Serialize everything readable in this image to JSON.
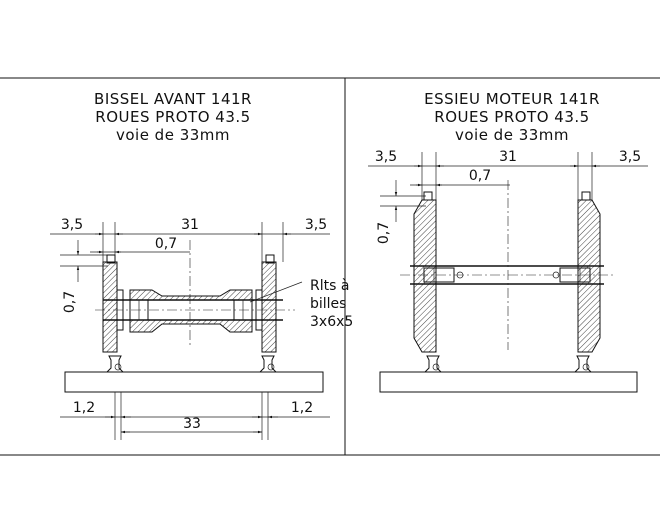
{
  "frame": {
    "border_color": "#111111",
    "hatch_color": "#111111"
  },
  "left": {
    "title_line1": "BISSEL AVANT 141R",
    "title_line2": "ROUES PROTO 43.5",
    "title_line3": "voie de 33mm",
    "dims": {
      "flange_left": "3,5",
      "track_width": "31",
      "flange_right": "3,5",
      "offset": "0,7",
      "vertical": "0,7",
      "rail_left": "1,2",
      "rail_right": "1,2",
      "gauge": "33"
    },
    "bearing_label_line1": "Rlts à",
    "bearing_label_line2": "billes",
    "bearing_label_line3": "3x6x5"
  },
  "right": {
    "title_line1": "ESSIEU MOTEUR 141R",
    "title_line2": "ROUES PROTO 43.5",
    "title_line3": "voie de 33mm",
    "dims": {
      "flange_left": "3,5",
      "track_width": "31",
      "flange_right": "3,5",
      "offset": "0,7",
      "vertical": "0,7"
    }
  }
}
